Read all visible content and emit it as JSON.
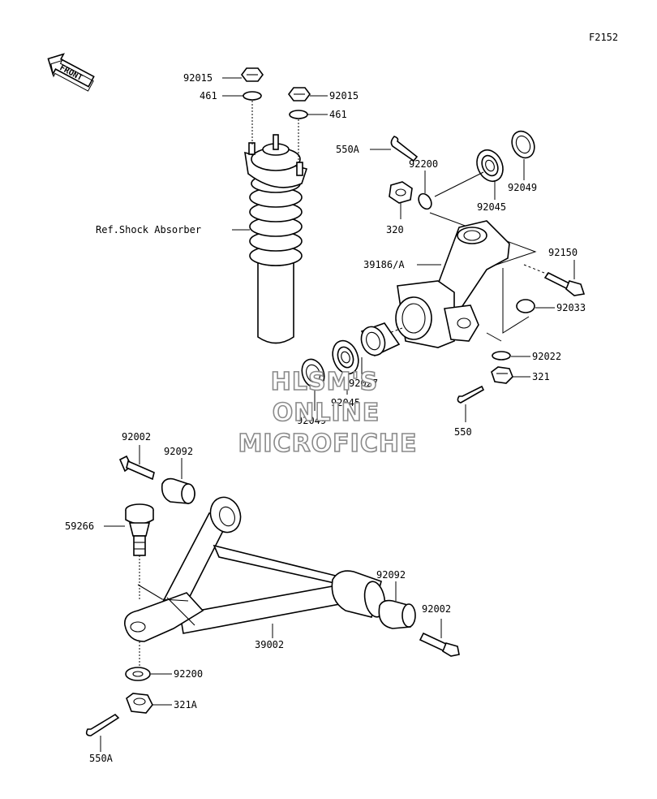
{
  "figure_code": "F2152",
  "front_badge": "FRONT",
  "labels": {
    "nut_top_left": "92015",
    "washer_top_left": "461",
    "nut_top_right": "92015",
    "washer_top_right": "461",
    "shock_ref": "Ref.Shock Absorber",
    "cotter_upper": "550A",
    "washer_92200_upper": "92200",
    "nut_320": "320",
    "bearing_92045_upper": "92045",
    "seal_92049_upper": "92049",
    "knuckle": "39186/A",
    "bolt_92150": "92150",
    "circlip": "92033",
    "washer_92022": "92022",
    "nut_321": "321",
    "spacer_92027": "92027",
    "bearing_92045_lower": "92045",
    "seal_92049_lower": "92049",
    "cotter_550": "550",
    "bolt_left": "92002",
    "bushing_left": "92092",
    "ball_joint": "59266",
    "bushing_right": "92092",
    "bolt_right": "92002",
    "arm": "39002",
    "washer_92200_lower": "92200",
    "nut_321a": "321A",
    "cotter_lower": "550A"
  },
  "watermark": {
    "line1": "HLSM'S",
    "line2": "ONLINE",
    "line3": "MICROFICHE"
  }
}
